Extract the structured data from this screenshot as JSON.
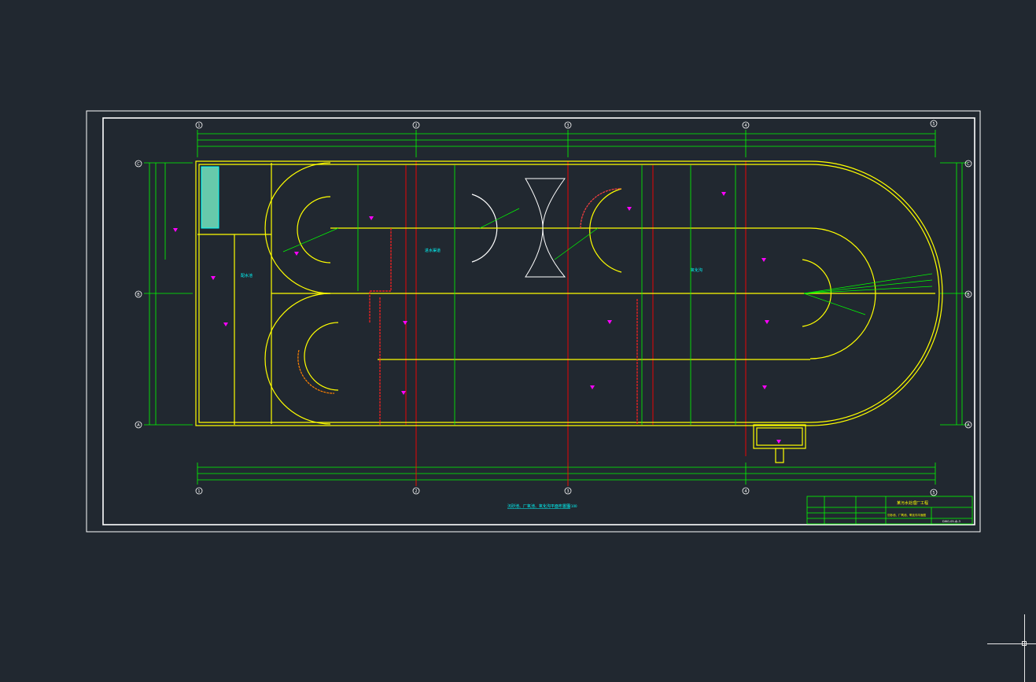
{
  "colors": {
    "background": "#212830",
    "frame": "#ffffff",
    "wall": "#ffff00",
    "dimension": "#00ff00",
    "axis": "#ff0000",
    "text": "#00ffff",
    "marker": "#ff00ff",
    "equipment": "#7fffd4"
  },
  "drawing": {
    "title": "沉砂池、厂氧池、氧化沟平面布置图",
    "scale": "1:100",
    "label_center": "进水渠道",
    "label_left": "配水池",
    "label_right": "氧化沟"
  },
  "axes": {
    "top": [
      "1",
      "2",
      "3",
      "4",
      "5"
    ],
    "bottom": [
      "1",
      "2",
      "3",
      "4",
      "5"
    ],
    "left": [
      "C",
      "B",
      "A"
    ],
    "right": [
      "C",
      "B",
      "A"
    ]
  },
  "title_block": {
    "project": "某污水处理厂工程",
    "sheet": "沉砂池、厂氧池、氧化沟平面图",
    "number": "DWG-05-水-3"
  }
}
